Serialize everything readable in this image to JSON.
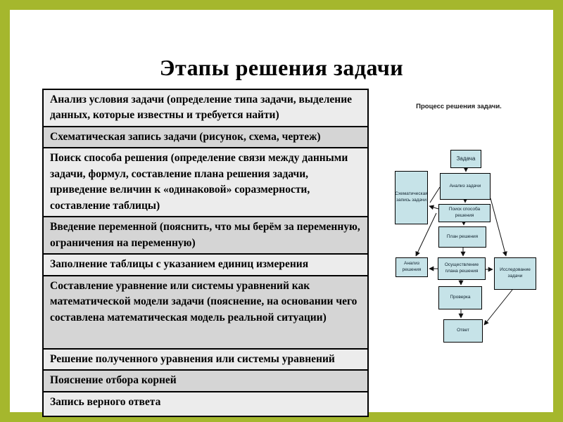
{
  "slide": {
    "title": "Этапы решения задачи",
    "background_color": "#ffffff",
    "border_color": "#a5b72d"
  },
  "table": {
    "row_colors": {
      "light": "#ececec",
      "dark": "#d5d5d5"
    },
    "rows": [
      {
        "text": "Анализ условия задачи (определение типа задачи, выделение данных, которые известны и требуется найти)",
        "shade": "light"
      },
      {
        "text": "Схематическая запись задачи (рисунок, схема, чертеж)",
        "shade": "dark"
      },
      {
        "text": "Поиск способа решения (определение связи между данными задачи, формул, составление плана решения задачи, приведение величин к «одинаковой» соразмерности, составление таблицы)",
        "shade": "light"
      },
      {
        "text": "Введение переменной (пояснить, что мы берём за переменную, ограничения на переменную)",
        "shade": "dark"
      },
      {
        "text": "Заполнение таблицы с указанием единиц измерения",
        "shade": "light"
      },
      {
        "text": "Составление уравнение или системы уравнений как математической модели задачи (пояснение, на основании чего составлена математическая модель реальной ситуации)",
        "shade": "dark"
      },
      {
        "text": "Решение полученного уравнения или системы уравнений",
        "shade": "light"
      },
      {
        "text": "Пояснение отбора корней",
        "shade": "dark"
      },
      {
        "text": "Запись верного ответа",
        "shade": "light"
      }
    ]
  },
  "diagram": {
    "title": "Процесс решения задачи.",
    "node_fill": "#c6e3e8",
    "nodes": [
      {
        "id": "zadacha",
        "label": "Задача"
      },
      {
        "id": "analiz_zadachi",
        "label": "Анализ задачи"
      },
      {
        "id": "shem_zapis",
        "label": "Схематическая запись задачи"
      },
      {
        "id": "poisk",
        "label": "Поиск способа решения"
      },
      {
        "id": "plan",
        "label": "План решения"
      },
      {
        "id": "osushch",
        "label": "Осуществление плана решения"
      },
      {
        "id": "analiz_resh",
        "label": "Анализ решения"
      },
      {
        "id": "issled",
        "label": "Исследование задачи"
      },
      {
        "id": "proverka",
        "label": "Проверка"
      },
      {
        "id": "otvet",
        "label": "Ответ"
      }
    ],
    "edges": [
      {
        "from": "zadacha",
        "to": "analiz_zadachi",
        "arrow": true
      },
      {
        "from": "analiz_zadachi",
        "to": "shem_zapis",
        "arrow": false
      },
      {
        "from": "analiz_zadachi",
        "to": "poisk",
        "arrow": true
      },
      {
        "from": "analiz_zadachi",
        "to": "issled",
        "arrow": true
      },
      {
        "from": "poisk",
        "to": "shem_zapis",
        "arrow": true
      },
      {
        "from": "poisk",
        "to": "analiz_resh",
        "arrow": true
      },
      {
        "from": "poisk",
        "to": "plan",
        "arrow": true
      },
      {
        "from": "plan",
        "to": "osushch",
        "arrow": true
      },
      {
        "from": "osushch",
        "to": "analiz_resh",
        "arrow": true
      },
      {
        "from": "osushch",
        "to": "issled",
        "arrow": true
      },
      {
        "from": "osushch",
        "to": "proverka",
        "arrow": true
      },
      {
        "from": "proverka",
        "to": "otvet",
        "arrow": true
      },
      {
        "from": "issled",
        "to": "otvet",
        "arrow": true
      }
    ]
  }
}
